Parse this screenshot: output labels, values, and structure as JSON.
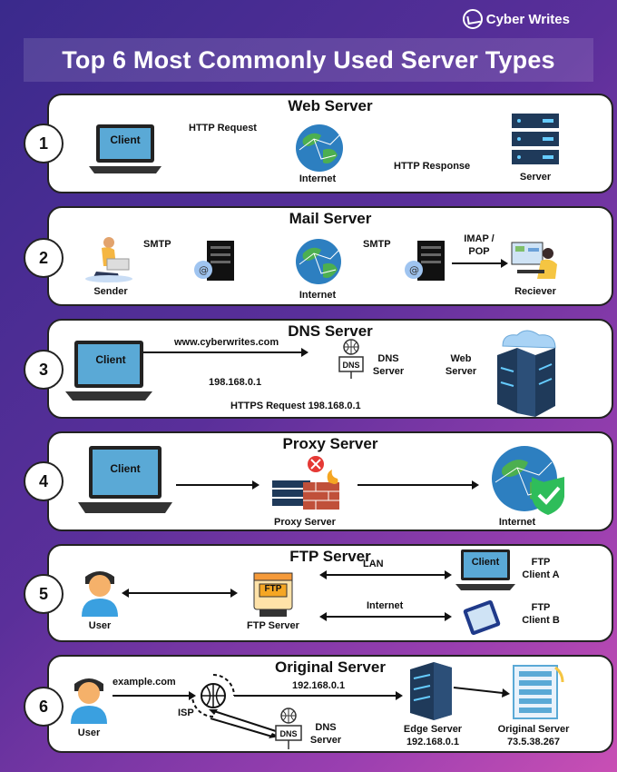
{
  "brand": {
    "name": "Cyber Writes"
  },
  "title": "Top 6 Most Commonly Used Server Types",
  "cards": [
    {
      "num": "1",
      "title": "Web Server",
      "client": "Client",
      "http_request": "HTTP Request",
      "internet": "Internet",
      "http_response": "HTTP Response",
      "server": "Server"
    },
    {
      "num": "2",
      "title": "Mail Server",
      "sender": "Sender",
      "smtp1": "SMTP",
      "internet": "Internet",
      "smtp2": "SMTP",
      "imap_pop": "IMAP /\nPOP",
      "receiver": "Reciever"
    },
    {
      "num": "3",
      "title": "DNS Server",
      "client": "Client",
      "url": "www.cyberwrites.com",
      "ip": "198.168.0.1",
      "dns_icon": "DNS",
      "dns_server": "DNS\nServer",
      "web_server": "Web\nServer",
      "https_request": "HTTPS Request 198.168.0.1"
    },
    {
      "num": "4",
      "title": "Proxy Server",
      "client": "Client",
      "proxy": "Proxy Server",
      "internet": "Internet"
    },
    {
      "num": "5",
      "title": "FTP Server",
      "user": "User",
      "ftp_icon": "FTP",
      "ftp_server": "FTP Server",
      "lan": "LAN",
      "internet": "Internet",
      "client_screen": "Client",
      "client_a": "FTP\nClient A",
      "client_b": "FTP\nClient B"
    },
    {
      "num": "6",
      "title": "Original Server",
      "user": "User",
      "domain": "example.com",
      "isp": "ISP",
      "ip": "192.168.0.1",
      "dns_icon": "DNS",
      "dns_server": "DNS\nServer",
      "edge": "Edge Server\n192.168.0.1",
      "origin": "Original Server\n73.5.38.267"
    }
  ],
  "colors": {
    "accent_purple": "#5a2f9a",
    "laptop_screen": "#5aa9d6",
    "globe_blue": "#2d7fc0",
    "globe_green": "#4caf50",
    "server_navy": "#1f3a5a"
  }
}
